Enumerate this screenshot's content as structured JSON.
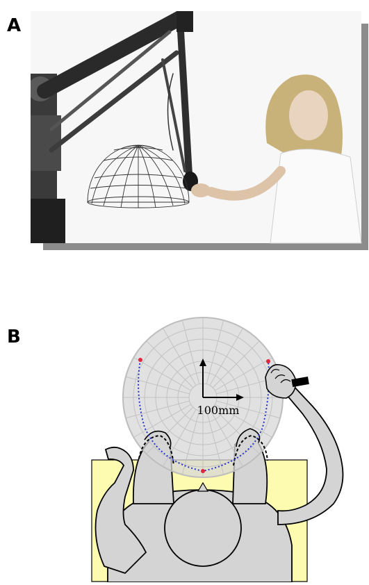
{
  "panel_a": {
    "letter": "A"
  },
  "panel_b": {
    "letter": "B",
    "scale_label": "100mm"
  }
}
